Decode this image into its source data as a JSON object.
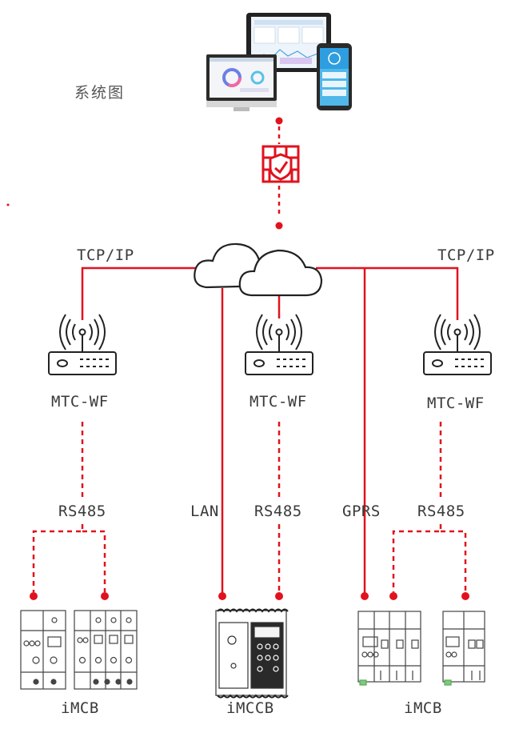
{
  "title": "系统图",
  "protocols": {
    "tcp_left": "TCP/IP",
    "tcp_right": "TCP/IP",
    "lan": "LAN",
    "gprs": "GPRS",
    "rs485_left": "RS485",
    "rs485_mid": "RS485",
    "rs485_right": "RS485"
  },
  "gateways": {
    "left": "MTC-WF",
    "mid": "MTC-WF",
    "right": "MTC-WF"
  },
  "devices": {
    "left": "iMCB",
    "mid": "iMCCB",
    "right": "iMCB"
  },
  "colors": {
    "accent": "#e1121e",
    "line": "#333333"
  }
}
